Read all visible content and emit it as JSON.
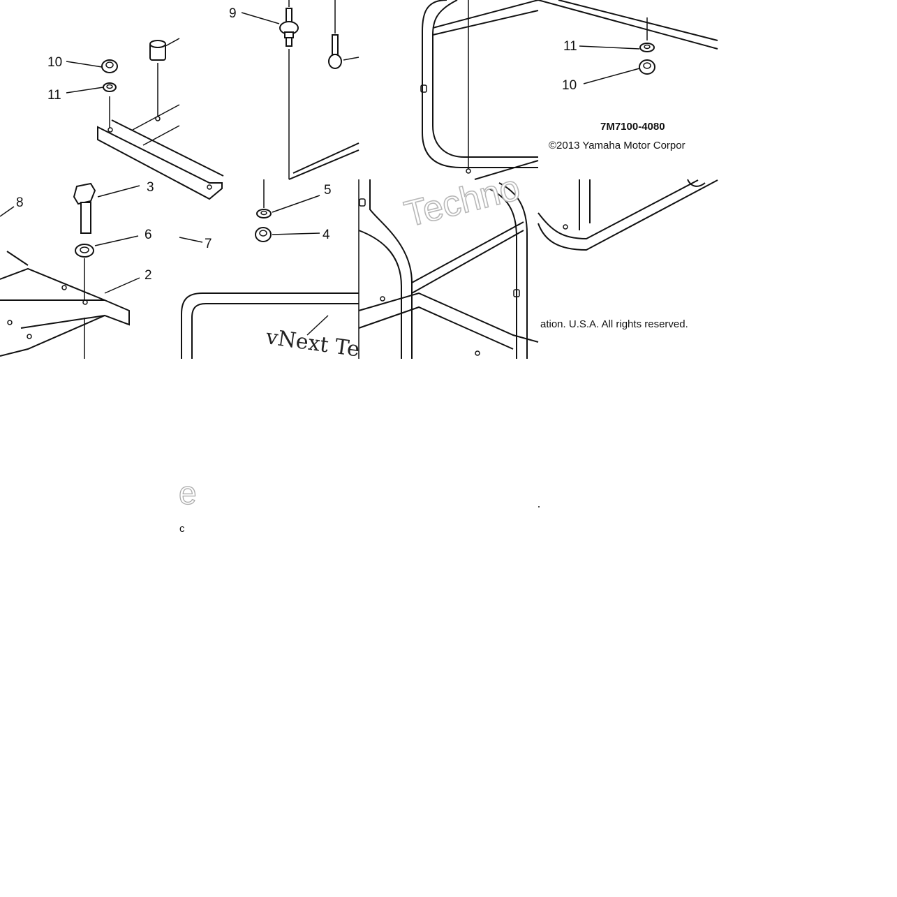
{
  "diagram": {
    "part_code": "7M7100-4080",
    "copyright_start": "©2013 Yamaha Motor Corpor",
    "copyright_end": "ation. U.S.A. All rights reserved.",
    "watermark_outline": "Techno",
    "watermark_serif": "vNext Te",
    "watermark_fragment_1": "e",
    "watermark_fragment_2": "c",
    "callouts": {
      "c2": "2",
      "c3": "3",
      "c4": "4",
      "c5": "5",
      "c6": "6",
      "c7": "7",
      "c8": "8",
      "c9": "9",
      "c10a": "10",
      "c11a": "11",
      "c10b": "10",
      "c11b": "11"
    }
  }
}
